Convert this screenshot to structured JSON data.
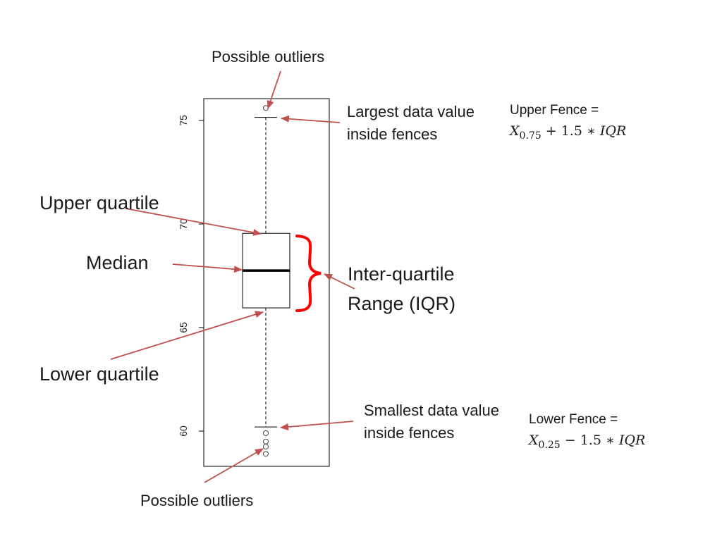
{
  "colors": {
    "arrow": "#c0504d",
    "brace": "#ff0000",
    "box": "#000000",
    "background": "#ffffff"
  },
  "labels": {
    "outliers_top": "Possible outliers",
    "outliers_bottom": "Possible outliers",
    "largest_line1": "Largest data value",
    "largest_line2": "inside fences",
    "smallest_line1": "Smallest data value",
    "smallest_line2": "inside fences",
    "upper_quartile": "Upper quartile",
    "median": "Median",
    "lower_quartile": "Lower quartile",
    "iqr_line1": "Inter-quartile",
    "iqr_line2": "Range (IQR)"
  },
  "formulas": {
    "upper_title": "Upper Fence =",
    "upper_var": "X",
    "upper_sub": "0.75",
    "upper_rest": " + 1.5 ∗ ",
    "upper_iqr": "IQR",
    "lower_title": "Lower Fence =",
    "lower_var": "X",
    "lower_sub": "0.25",
    "lower_rest": " − 1.5 ∗ ",
    "lower_iqr": "IQR"
  },
  "chart_data": {
    "type": "box",
    "axis": {
      "ticks": [
        60,
        65,
        70,
        75
      ],
      "range": [
        58.2,
        76.6
      ]
    },
    "box": {
      "q1": 65.95,
      "median": 67.75,
      "q3": 69.55,
      "whisker_low": 60.2,
      "whisker_high": 75.15
    },
    "outliers_high": [
      75.6
    ],
    "outliers_low": [
      59.9,
      59.5,
      59.25,
      58.9
    ]
  }
}
